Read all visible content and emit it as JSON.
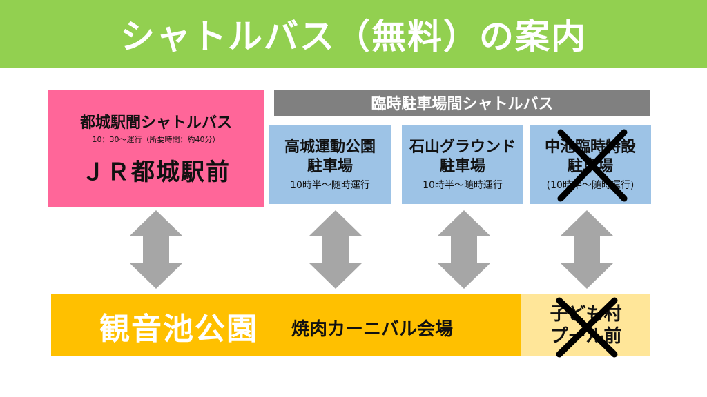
{
  "header": {
    "title": "シャトルバス（無料）の案内"
  },
  "jr_shuttle": {
    "title": "都城駅間シャトルバス",
    "schedule": "10：30～運行（所要時間：約40分）",
    "stop": "ＪＲ都城駅前"
  },
  "temp_shuttle": {
    "title": "臨時駐車場間シャトルバス"
  },
  "lots": [
    {
      "line1": "高城運動公園",
      "line2": "駐車場",
      "schedule": "10時半～随時運行",
      "cancelled": false
    },
    {
      "line1": "石山グラウンド",
      "line2": "駐車場",
      "schedule": "10時半～随時運行",
      "cancelled": false
    },
    {
      "line1": "中池臨時特設",
      "line2": "駐車場",
      "schedule": "(10時半～随時運行)",
      "cancelled": true
    }
  ],
  "destination": {
    "name": "観音池公園",
    "venue": "焼肉カーニバル会場"
  },
  "pool_stop": {
    "line1": "子ども村",
    "line2": "プール前",
    "cancelled": true
  },
  "colors": {
    "header": "#92d050",
    "jr_box": "#ff6699",
    "banner": "#808080",
    "lot_box": "#9dc3e6",
    "park_box": "#ffc000",
    "pool_box": "#ffe699",
    "arrow": "#a6a6a6",
    "cross": "#000000"
  }
}
